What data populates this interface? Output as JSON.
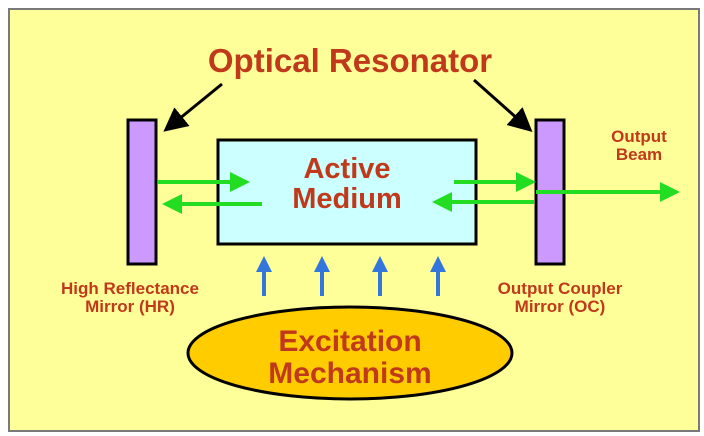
{
  "title": "Optical Resonator",
  "active_medium": {
    "line1": "Active",
    "line2": "Medium"
  },
  "excitation": {
    "line1": "Excitation",
    "line2": "Mechanism"
  },
  "hr_mirror": {
    "line1": "High Reflectance",
    "line2": "Mirror (HR)"
  },
  "oc_mirror": {
    "line1": "Output Coupler",
    "line2": "Mirror (OC)"
  },
  "output_beam": {
    "line1": "Output",
    "line2": "Beam"
  },
  "colors": {
    "background": "#ffff99",
    "label": "#c0391b",
    "mirror": "#cc99ff",
    "medium": "#ccffff",
    "beam": "#22dd22",
    "pump_arrow": "#3377dd",
    "ellipse": "#ffcc00"
  }
}
